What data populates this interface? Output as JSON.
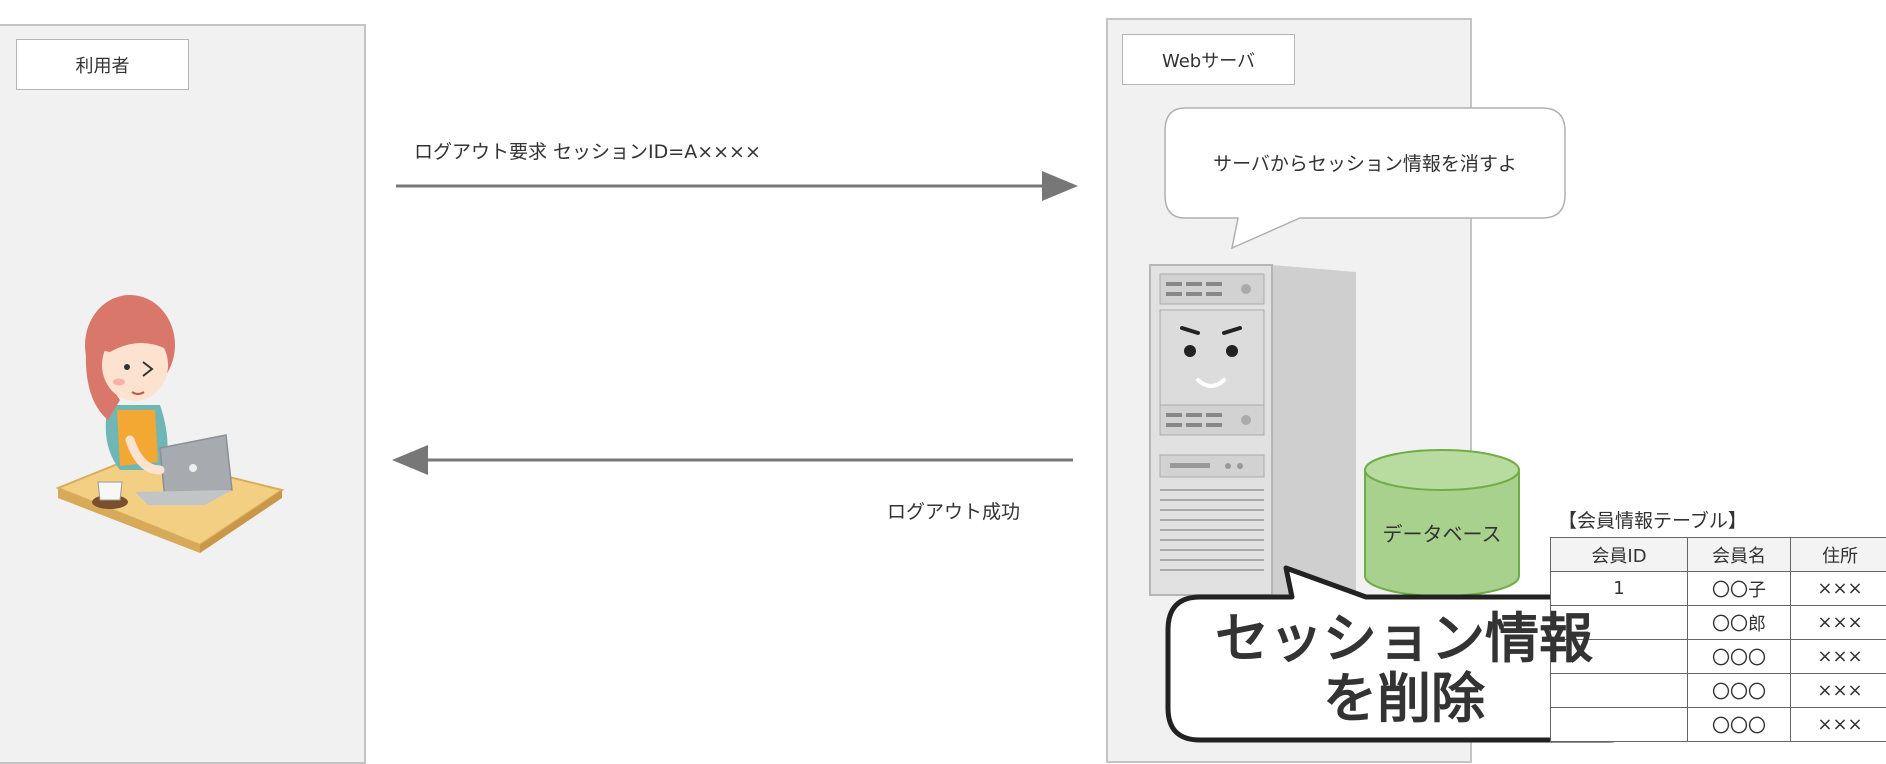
{
  "user_panel": {
    "title": "利用者"
  },
  "server_panel": {
    "title": "Webサーバ"
  },
  "request": {
    "label": "ログアウト要求 セッションID=A××××"
  },
  "response": {
    "label": "ログアウト成功"
  },
  "speech_bubble": {
    "text": "サーバからセッション情報を消すよ"
  },
  "database": {
    "label": "データベース"
  },
  "callout": {
    "line1": "セッション情報",
    "line2": "を削除"
  },
  "member_table": {
    "title": "【会員情報テーブル】",
    "headers": [
      "会員ID",
      "会員名",
      "住所"
    ],
    "rows": [
      [
        "1",
        "〇〇子",
        "×××"
      ],
      [
        "",
        "〇〇郎",
        "×××"
      ],
      [
        "",
        "〇〇〇",
        "×××"
      ],
      [
        "",
        "〇〇〇",
        "×××"
      ],
      [
        "",
        "〇〇〇",
        "×××"
      ]
    ]
  },
  "colors": {
    "panel_bg": "#f1f1f1",
    "panel_border": "#c4c4c4",
    "arrow": "#777777",
    "db_fill": "#a9d18e",
    "db_border": "#70ad47"
  }
}
